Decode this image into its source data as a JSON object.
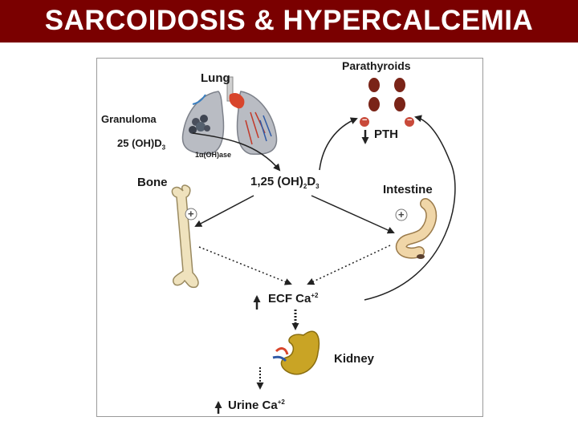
{
  "title": "SARCOIDOSIS & HYPERCALCEMIA",
  "labels": {
    "lung": "Lung",
    "parathyroids": "Parathyroids",
    "granuloma": "Granuloma",
    "precursor": "25 (OH)D",
    "precursor_sub": "3",
    "enzyme": "1α(OH)ase",
    "pth": "PTH",
    "bone": "Bone",
    "calcitriol": "1,25 (OH)",
    "calcitriol_sub1": "2",
    "calcitriol_d": "D",
    "calcitriol_sub2": "3",
    "intestine": "Intestine",
    "ecf": "ECF Ca",
    "ecf_sup": "+2",
    "kidney": "Kidney",
    "urine": "Urine Ca",
    "urine_sup": "+2",
    "plus": "+",
    "minus": "−"
  },
  "colors": {
    "title_bar": "#7a0000",
    "title_text": "#ffffff",
    "lung": "#b9bcc3",
    "parathyroid": "#7a2418",
    "bone": "#efe2bd",
    "intestine": "#f0d6a8",
    "kidney": "#c9a425",
    "sign_circle": "#c94a3a"
  }
}
